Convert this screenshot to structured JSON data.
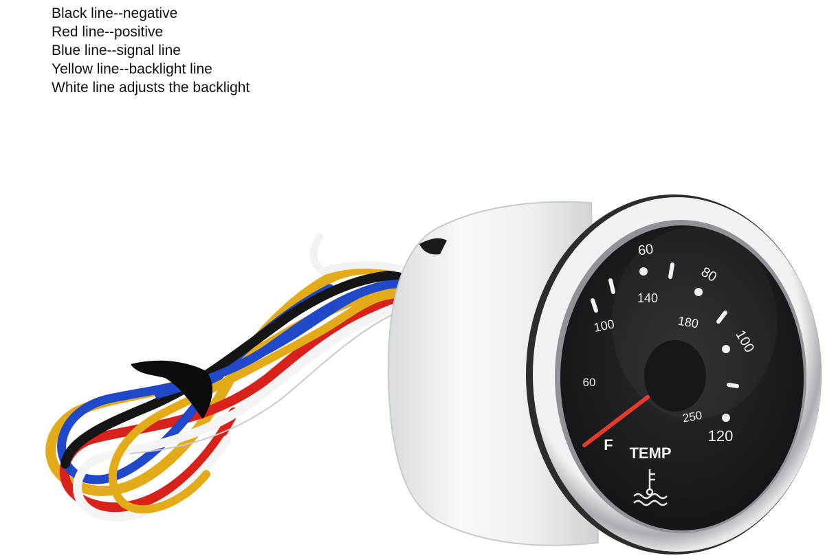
{
  "legend": {
    "items": [
      "Black line--negative",
      "Red line--positive",
      "Blue line--signal line",
      "Yellow line--backlight line",
      "White line adjusts the backlight"
    ]
  },
  "gauge": {
    "label": "TEMP",
    "unit_f": "F",
    "fahrenheit_ticks": [
      "100",
      "140",
      "180",
      "250"
    ],
    "fahrenheit_partial_left": "60",
    "celsius_ticks": [
      "60",
      "80",
      "100",
      "120"
    ],
    "needle_reading": "just above low end",
    "icon": "coolant-temperature-icon",
    "colors": {
      "face": "#1c1d20",
      "bezel": "#d8dadd",
      "needle": "#e83a2a",
      "housing": "#eef0f1",
      "wire_black": "#151515",
      "wire_red": "#d9211c",
      "wire_blue": "#1f49c9",
      "wire_yellow": "#e4ab18",
      "wire_white": "#f4f4f4"
    }
  }
}
